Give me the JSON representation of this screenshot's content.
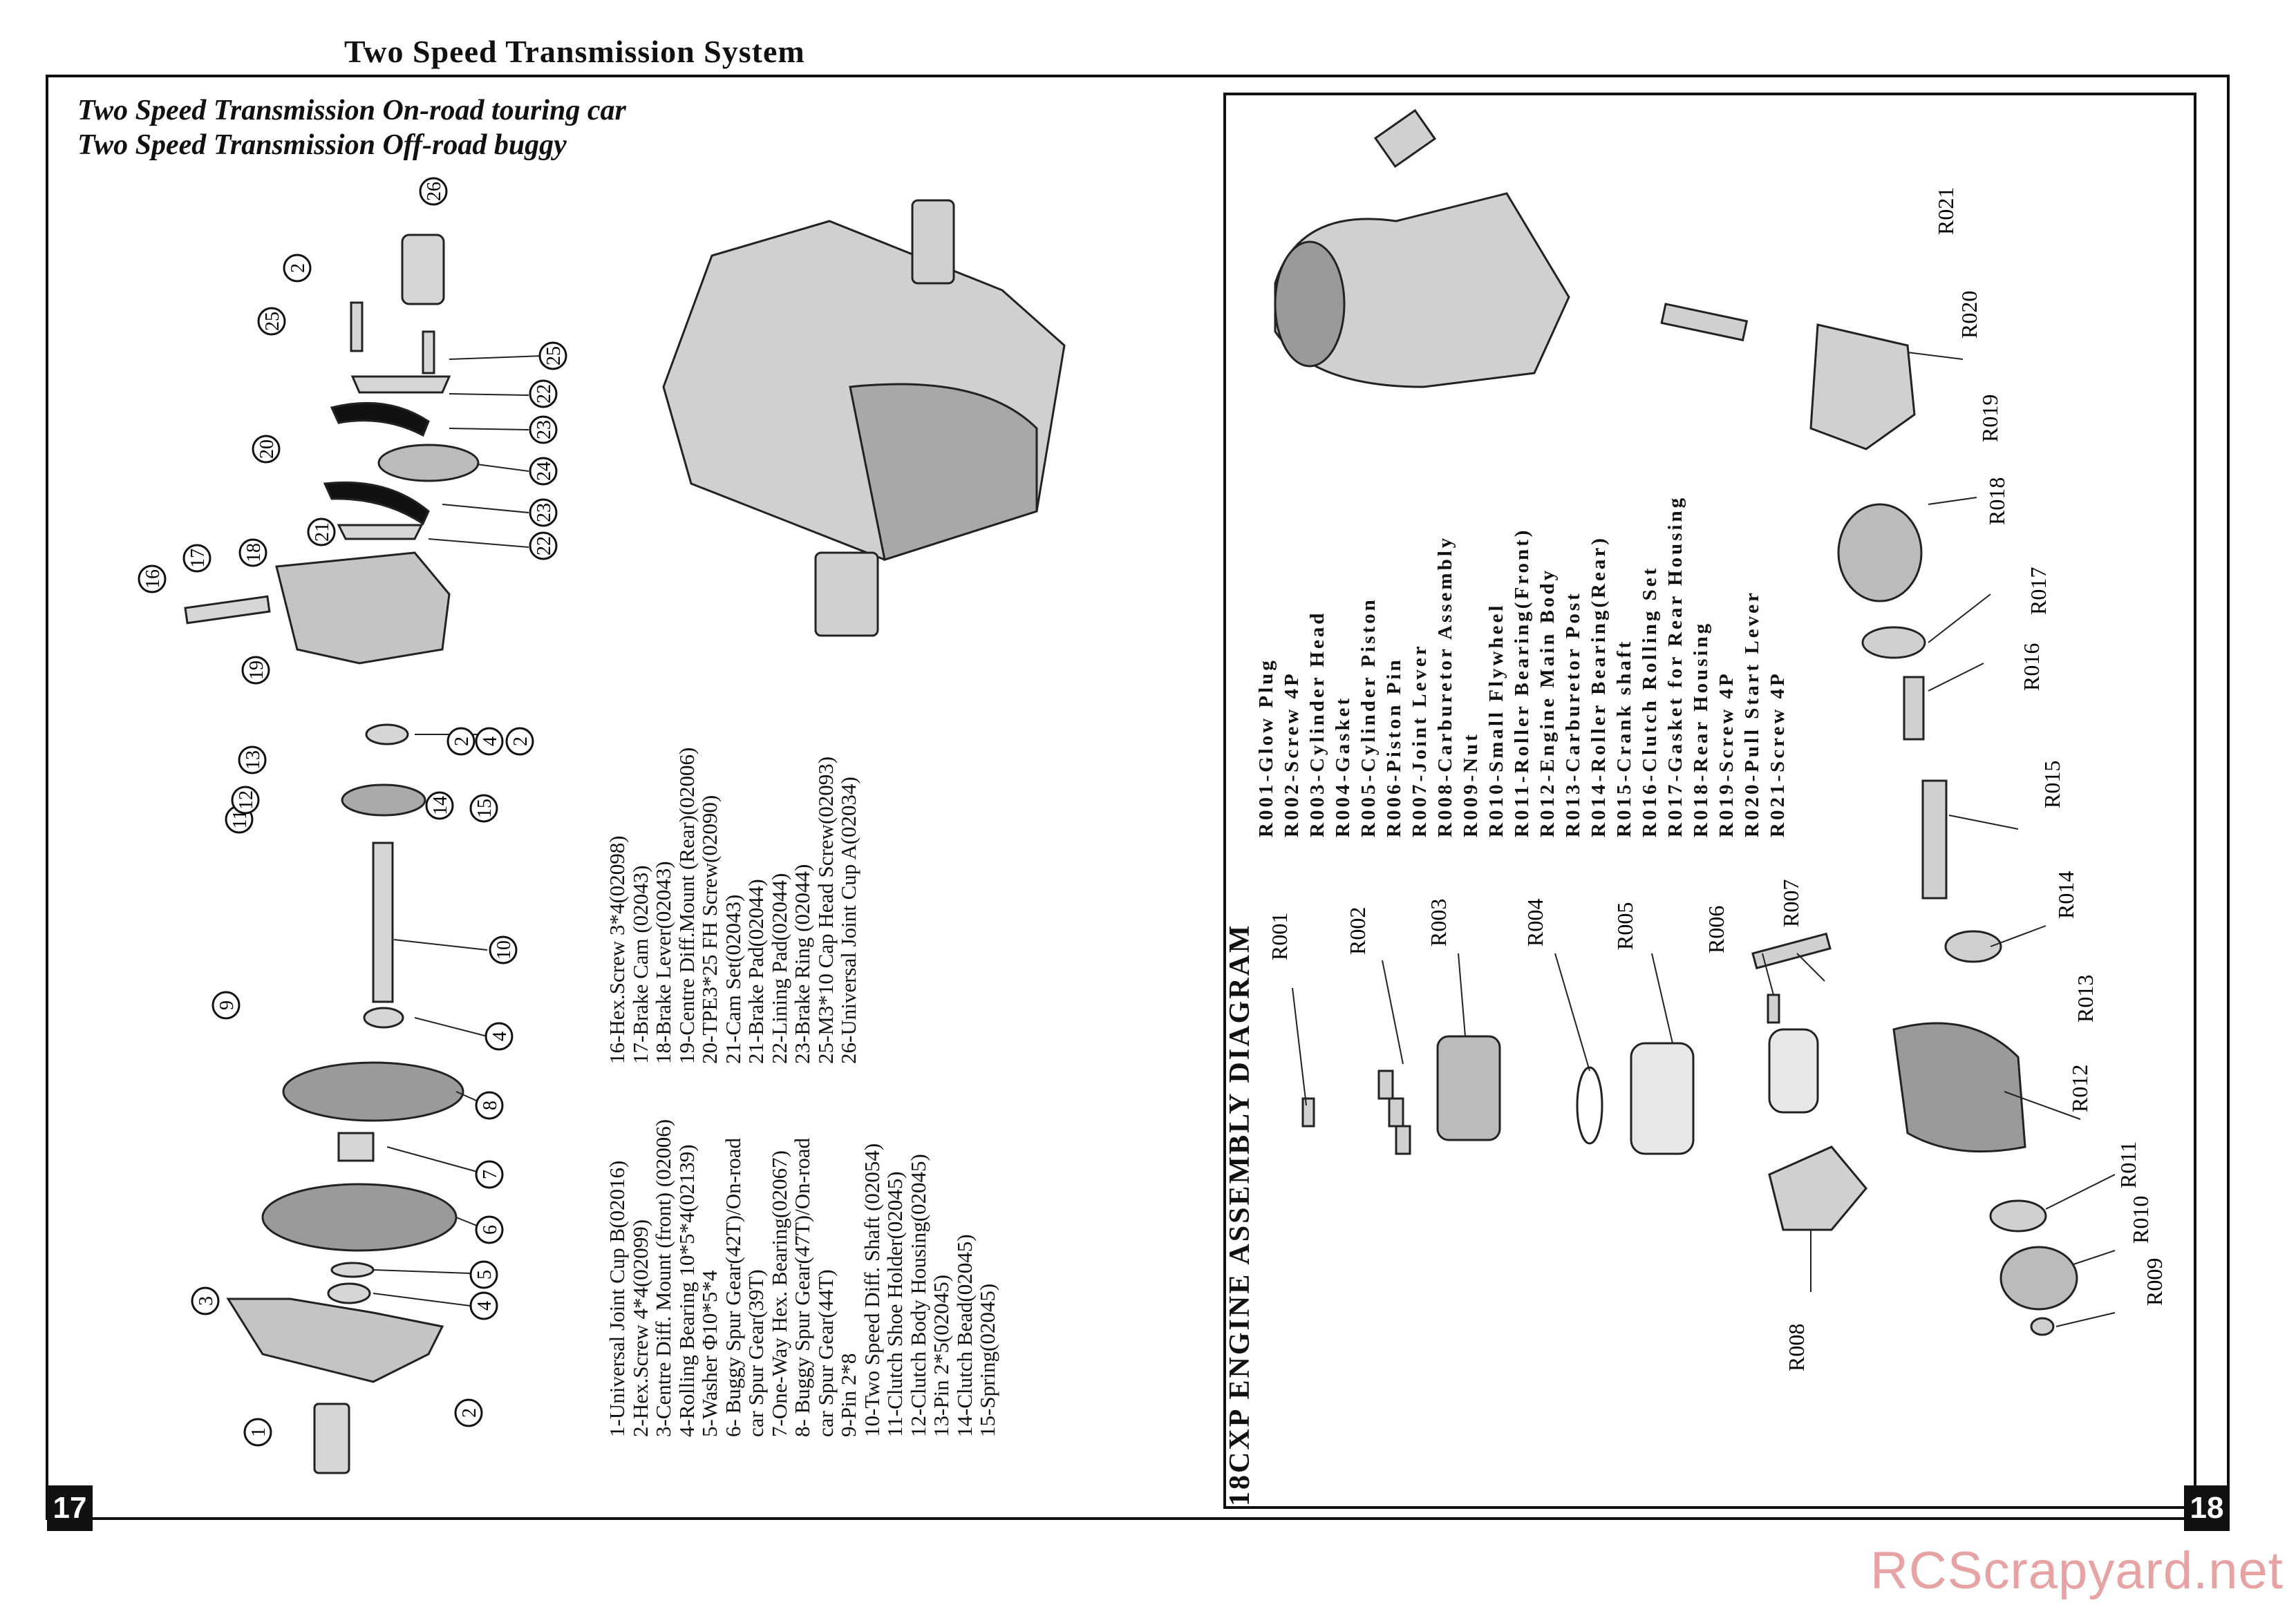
{
  "page_title": "Two  Speed Transmission System",
  "left": {
    "subtitle_1": "Two Speed Transmission On-road touring car",
    "subtitle_2": "Two Speed Transmission Off-road buggy",
    "page_number": "17",
    "parts_col1": [
      "1-Universal Joint Cup  B(02016)",
      "2-Hex.Screw 4*4(02099)",
      "3-Centre Diff. Mount (front) (02006)",
      "4-Rolling Bearing 10*5*4(02139)",
      "5-Washer  Φ10*5*4",
      "6- Buggy Spur  Gear(42T)/On-road",
      "    car Spur Gear(39T)",
      "7-One-Way Hex. Bearing(02067)",
      "8- Buggy Spur  Gear(47T)/On-road",
      "    car Spur Gear(44T)",
      "  9-Pin 2*8",
      "10-Two Speed Diff. Shaft (02054)",
      "11-Clutch Shoe Holder(02045)",
      "12-Clutch Body Housing(02045)",
      "13-Pin 2*5(02045)",
      "14-Clutch Bead(02045)",
      "15-Spring(02045)"
    ],
    "parts_col2": [
      "16-Hex.Screw 3*4(02098)",
      "17-Brake Cam (02043)",
      "18-Brake Lever(02043)",
      "19-Centre Diff.Mount (Rear)(02006)",
      "20-TPE3*25 FH Screw(02090)",
      "21-Cam Set(02043)",
      "21-Brake Pad(02044)",
      "22-Lining Pad(02044)",
      "23-Brake Ring (02044)",
      "25-M3*10 Cap Head Screw(02093)",
      "26-Universal Joint Cup A(02034)"
    ],
    "callouts": [
      "1",
      "2",
      "2",
      "2",
      "2",
      "3",
      "4",
      "4",
      "4",
      "5",
      "6",
      "7",
      "8",
      "9",
      "10",
      "11",
      "12",
      "13",
      "14",
      "15",
      "16",
      "17",
      "18",
      "19",
      "20",
      "21",
      "22",
      "22",
      "23",
      "23",
      "24",
      "25",
      "25",
      "26"
    ]
  },
  "right": {
    "diagram_title": "18CXP ENGINE ASSEMBLY DIAGRAM",
    "page_number": "18",
    "engine_parts": [
      "R001-Glow Plug",
      "R002-Screw 4P",
      "R003-Cylinder Head",
      "R004-Gasket",
      "R005-Cylinder Piston",
      "R006-Piston Pin",
      "R007-Joint Lever",
      "R008-Carburetor Assembly",
      "R009-Nut",
      "R010-Small Flywheel",
      "R011-Roller Bearing(Front)",
      "R012-Engine Main Body",
      "R013-Carburetor Post",
      "R014-Roller Bearing(Rear)",
      "R015-Crank shaft",
      "R016-Clutch Rolling Set",
      "R017-Gasket for Rear Housing",
      "R018-Rear Housing",
      "R019-Screw 4P",
      "R020-Pull Start Lever",
      "R021-Screw 4P"
    ],
    "labels": [
      "R001",
      "R002",
      "R003",
      "R004",
      "R005",
      "R006",
      "R007",
      "R008",
      "R009",
      "R010",
      "R011",
      "R012",
      "R013",
      "R014",
      "R015",
      "R016",
      "R017",
      "R018",
      "R019",
      "R020",
      "R021"
    ]
  },
  "watermark": "RCScrapyard.net"
}
